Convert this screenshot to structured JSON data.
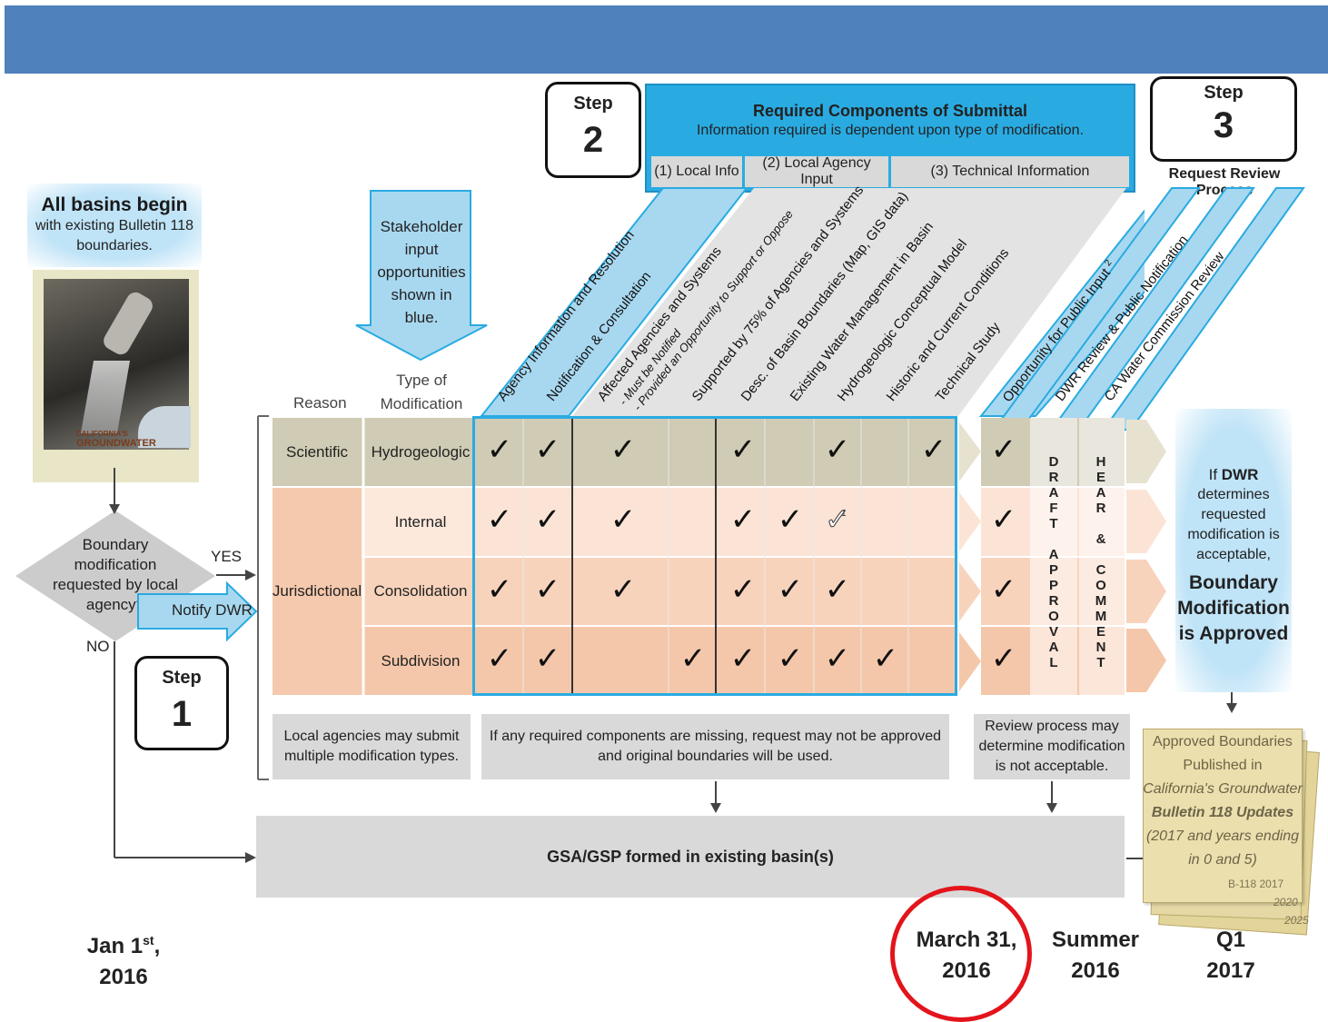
{
  "step1": {
    "label": "Step",
    "number": "1"
  },
  "step2": {
    "label": "Step",
    "number": "2"
  },
  "step3": {
    "label": "Step",
    "number": "3",
    "caption": "Request Review Process"
  },
  "submittal": {
    "title": "Required Components of Submittal",
    "subtitle": "Information required is dependent upon type of modification.",
    "tab1": "(1) Local Info",
    "tab2": "(2) Local Agency Input",
    "tab3": "(3) Technical Information"
  },
  "all_basins": {
    "title": "All basins begin",
    "body": "with existing Bulletin 118 boundaries."
  },
  "cover": {
    "line1": "CALIFORNIA'S",
    "line2": "GROUNDWATER"
  },
  "stakeholder": "Stakeholder input opportunities shown in blue.",
  "decision": {
    "question": "Boundary modification requested by local agency?",
    "yes": "YES",
    "no": "NO",
    "notify": "Notify DWR"
  },
  "headers": {
    "reason": "Reason",
    "type": "Type of Modification"
  },
  "columns": [
    "Agency Information and Resolution",
    "Notification & Consultation",
    "Affected Agencies and Systems",
    "- Must be Notified",
    "- Provided an Opportunity to Support or Oppose",
    "Supported by 75% of Agencies and Systems",
    "Desc. of Basin Boundaries (Map, GIS data)",
    "Existing Water Management in Basin",
    "Hydrogeologic Conceptual Model",
    "Historic and Current Conditions",
    "Technical Study",
    "Opportunity for Public Input",
    "DWR Review & Public Notification",
    "CA Water Commission Review"
  ],
  "footnote_mark": "2",
  "rows": [
    {
      "reason": "Scientific",
      "type": "Hydrogeologic"
    },
    {
      "reason": "Jurisdictional",
      "type": "Internal"
    },
    {
      "reason": "",
      "type": "Consolidation"
    },
    {
      "reason": "",
      "type": "Subdivision"
    }
  ],
  "checks": [
    [
      1,
      1,
      1,
      0,
      1,
      0,
      1,
      0,
      1
    ],
    [
      1,
      1,
      1,
      0,
      1,
      1,
      2,
      0,
      0
    ],
    [
      1,
      1,
      1,
      0,
      1,
      1,
      1,
      0,
      0
    ],
    [
      1,
      1,
      0,
      1,
      1,
      1,
      1,
      1,
      0
    ]
  ],
  "check_glyph": "✓",
  "partial_mark": "1",
  "draft_approval": [
    "D",
    "R",
    "A",
    "F",
    "T",
    "",
    "A",
    "P",
    "P",
    "R",
    "O",
    "V",
    "A",
    "L"
  ],
  "hear_comment": [
    "H",
    "E",
    "A",
    "R",
    "",
    "&",
    "",
    "C",
    "O",
    "M",
    "M",
    "E",
    "N",
    "T"
  ],
  "notes": {
    "local": "Local agencies may submit multiple modification types.",
    "missing": "If any required components are missing, request may not be approved and original boundaries will be used.",
    "review": "Review process may determine modification is not acceptable."
  },
  "approved": {
    "pre": "If ",
    "dwr": "DWR",
    "body": "determines requested modification is acceptable,",
    "bold": "Boundary Modification is Approved"
  },
  "gsa": "GSA/GSP formed in existing basin(s)",
  "bulletin": {
    "line1": "Approved Boundaries",
    "line2": "Published in",
    "line3": "California's Groundwater",
    "line4": "Bulletin 118 Updates",
    "line5": "(2017 and years ending",
    "line6": "in 0 and 5)",
    "tag1": "B-118 2017",
    "tag2": "2020",
    "tag3": "2025"
  },
  "timeline": [
    {
      "line1": "Jan 1",
      "sup": "st",
      "tail": ",",
      "line2": "2016"
    },
    {
      "line1": "March 31,",
      "line2": "2016"
    },
    {
      "line1": "Summer",
      "line2": "2016"
    },
    {
      "line1": "Q1",
      "line2": "2017"
    }
  ],
  "colors": {
    "bar": "#4f81bd",
    "accent_blue": "#29abe2",
    "light_blue": "#a8d8f0",
    "olive": "#cfcbb4",
    "peach": "#f5c9ad",
    "gray": "#d9d9d9",
    "highlight": "#e3141b"
  }
}
